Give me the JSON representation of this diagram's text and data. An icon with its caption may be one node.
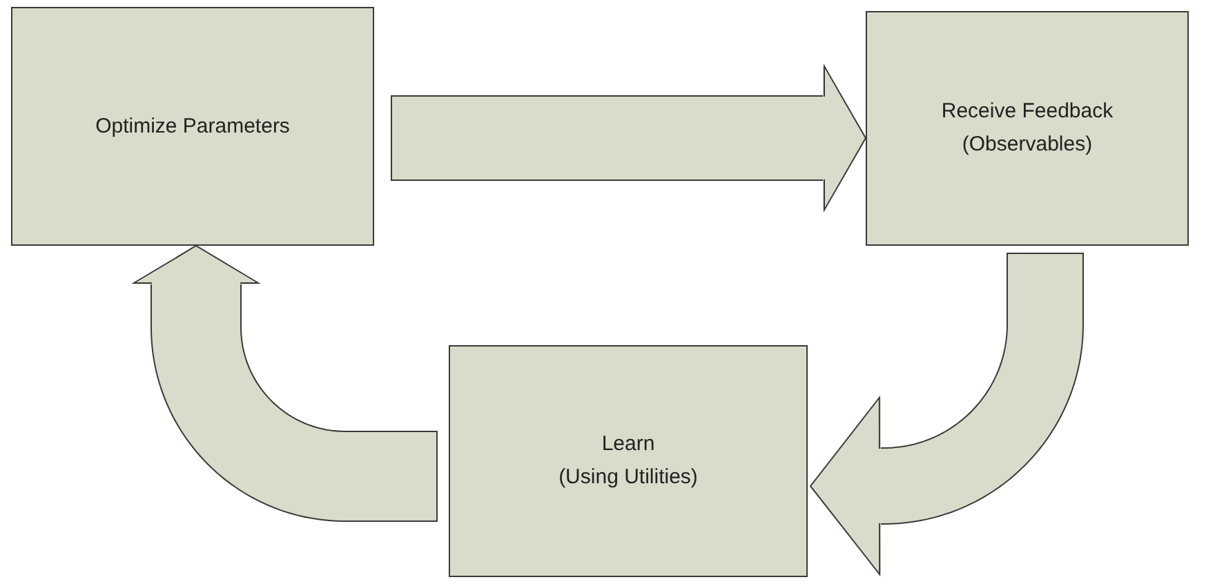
{
  "diagram": {
    "nodes": [
      {
        "text": [
          "Optimize Parameters"
        ]
      },
      {
        "text": [
          "Receive Feedback",
          "(Observables)"
        ]
      },
      {
        "text": [
          "Learn",
          "(Using Utilities)"
        ]
      }
    ],
    "edges": [
      {
        "from": 0,
        "to": 1,
        "arrow": "to"
      },
      {
        "from": 1,
        "to": 2,
        "arrow": "to"
      },
      {
        "from": 2,
        "to": 0,
        "arrow": "to"
      }
    ]
  }
}
